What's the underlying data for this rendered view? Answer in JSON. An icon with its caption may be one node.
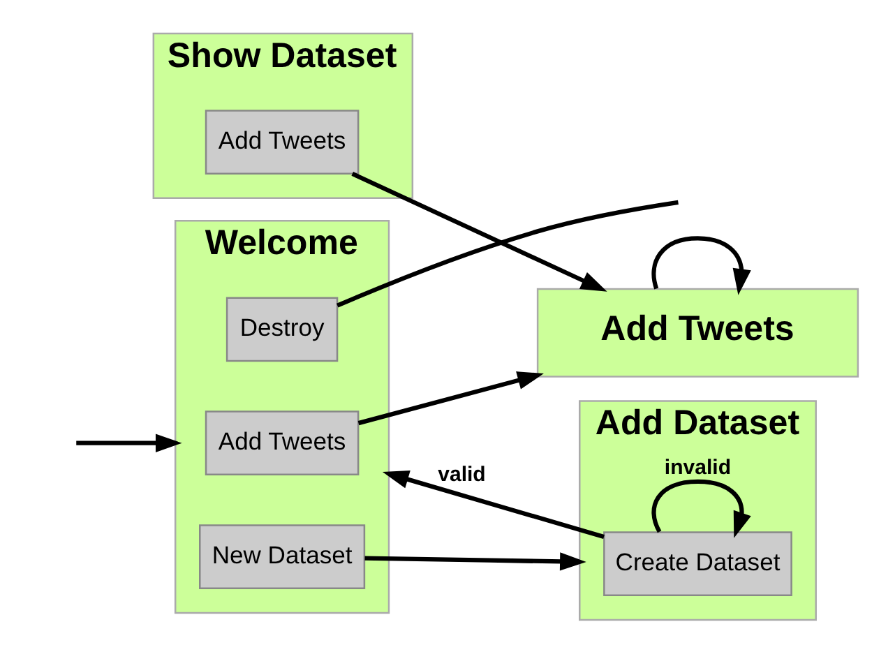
{
  "diagram": {
    "nodes": [
      {
        "text": [
          "Add Tweets"
        ]
      },
      {
        "text": [
          "Show Dataset"
        ]
      },
      {
        "text": [
          "Add Tweets"
        ],
        "in": 1
      },
      {
        "text": [
          "Welcome"
        ]
      },
      {
        "text": [
          "Add Tweets"
        ],
        "in": 3
      },
      {
        "text": [
          "Destroy"
        ],
        "in": 3
      },
      {
        "text": [
          "New Dataset"
        ],
        "in": 3
      },
      {
        "text": [
          "Add Dataset"
        ]
      },
      {
        "text": [
          "Create Dataset"
        ],
        "in": 7
      }
    ],
    "edges": [
      {
        "from": 0,
        "to": 0,
        "arrow": "to"
      },
      {
        "from": 2,
        "to": 0,
        "arrow": "to"
      },
      {
        "from": 4,
        "to": 0,
        "arrow": "to"
      },
      {
        "from": null,
        "to": 3,
        "arrow": "to"
      },
      {
        "from": 5,
        "to": null,
        "arrow": "none"
      },
      {
        "from": 6,
        "to": 7,
        "arrow": "to"
      },
      {
        "from": 8,
        "to": 3,
        "label": "valid",
        "arrow": "to"
      },
      {
        "from": 8,
        "to": 8,
        "label": "invalid",
        "arrow": "to"
      }
    ]
  }
}
